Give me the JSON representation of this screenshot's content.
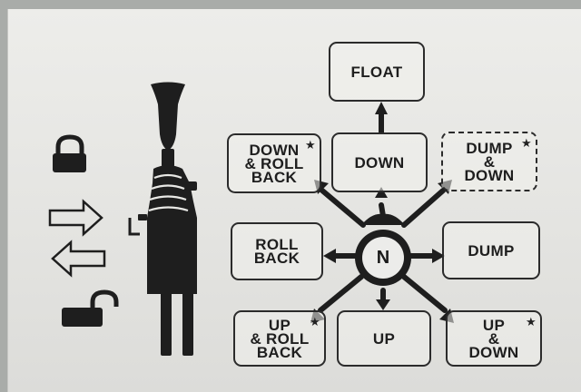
{
  "diagram": {
    "positions": {
      "float": "FLOAT",
      "down": "DOWN",
      "down_roll_back": "DOWN\n& ROLL\nBACK",
      "dump_down": "DUMP\n&\nDOWN",
      "roll_back": "ROLL\nBACK",
      "dump": "DUMP",
      "up_roll_back": "UP\n& ROLL\nBACK",
      "up": "UP",
      "up_dump": "UP\n&\nDOWN",
      "neutral": "N"
    },
    "star_symbol": "★",
    "icons": [
      "lock-icon",
      "arrow-right-icon",
      "arrow-left-icon",
      "unlock-icon",
      "joystick-icon"
    ],
    "colors": {
      "ink": "#1e1e1e",
      "plate": "#e8e8e5",
      "background": "#a9aca9"
    }
  }
}
